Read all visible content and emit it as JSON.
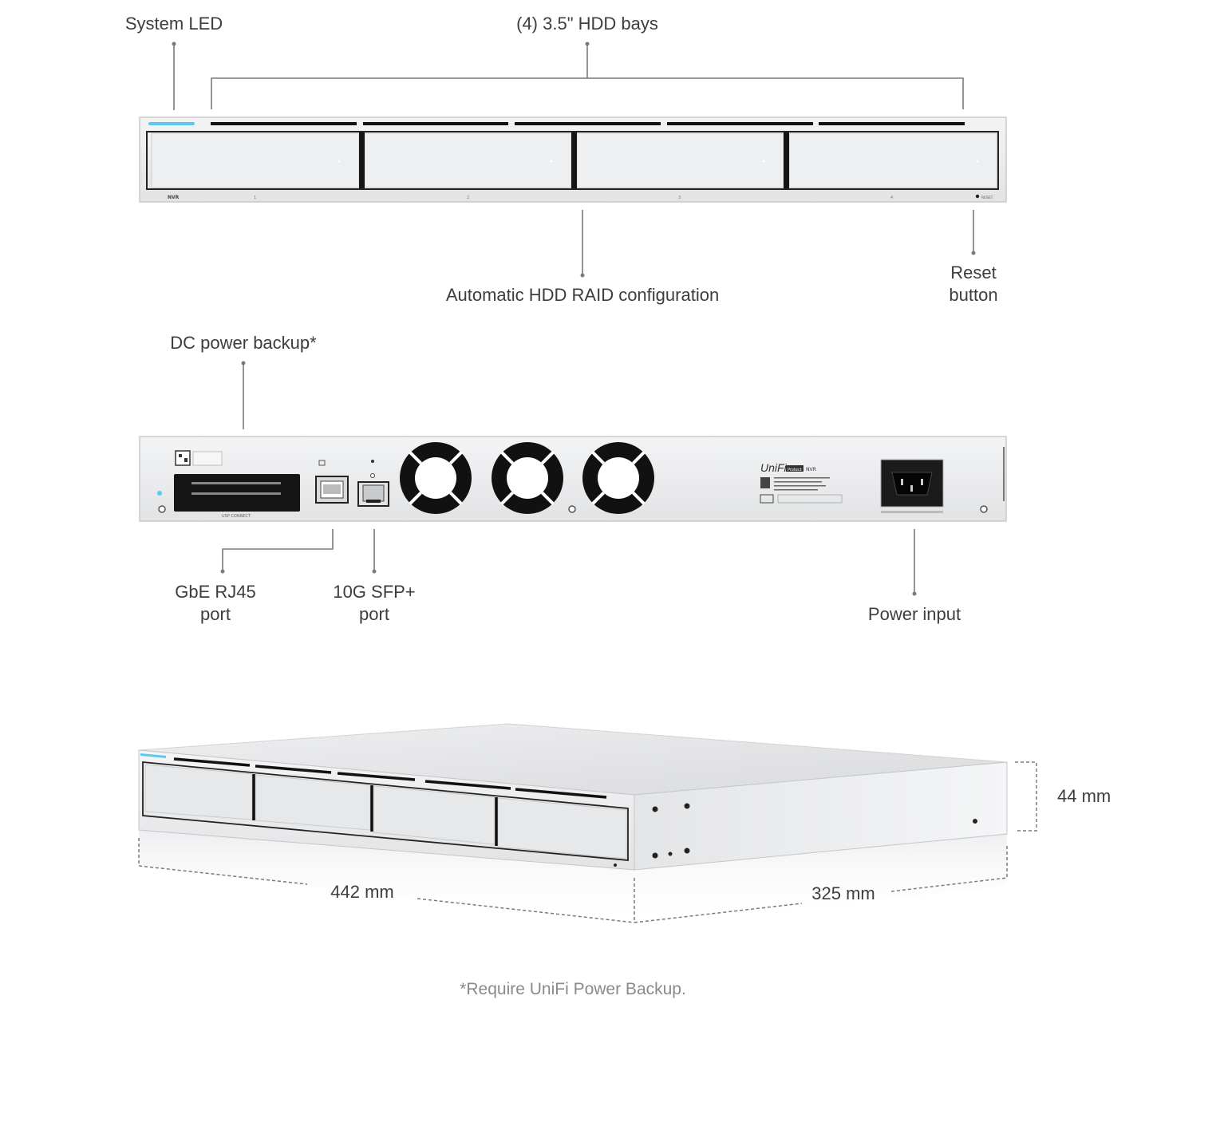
{
  "front": {
    "system_led": "System LED",
    "hdd_bays": "(4) 3.5\" HDD bays",
    "raid": "Automatic HDD RAID configuration",
    "reset_line1": "Reset",
    "reset_line2": "button",
    "model_mark": "NVR",
    "bay_numbers": [
      "1",
      "2",
      "3",
      "4"
    ],
    "reset_mark": "RESET"
  },
  "rear": {
    "dc_backup": "DC power backup*",
    "rj45_line1": "GbE RJ45",
    "rj45_line2": "port",
    "sfp_line1": "10G SFP+",
    "sfp_line2": "port",
    "power_input": "Power input",
    "usp_connect": "USP CONNECT",
    "brand": "UniFi",
    "brand_badge": "Protect",
    "brand_suffix": "NVR"
  },
  "dimensions": {
    "height": "44 mm",
    "width": "442 mm",
    "depth": "325 mm"
  },
  "footnote": "*Require UniFi Power Backup.",
  "colors": {
    "chassis": "#e9eaec",
    "led": "#5bc8f0",
    "leader_line": "#7a7a7a",
    "fan": "#111111"
  }
}
